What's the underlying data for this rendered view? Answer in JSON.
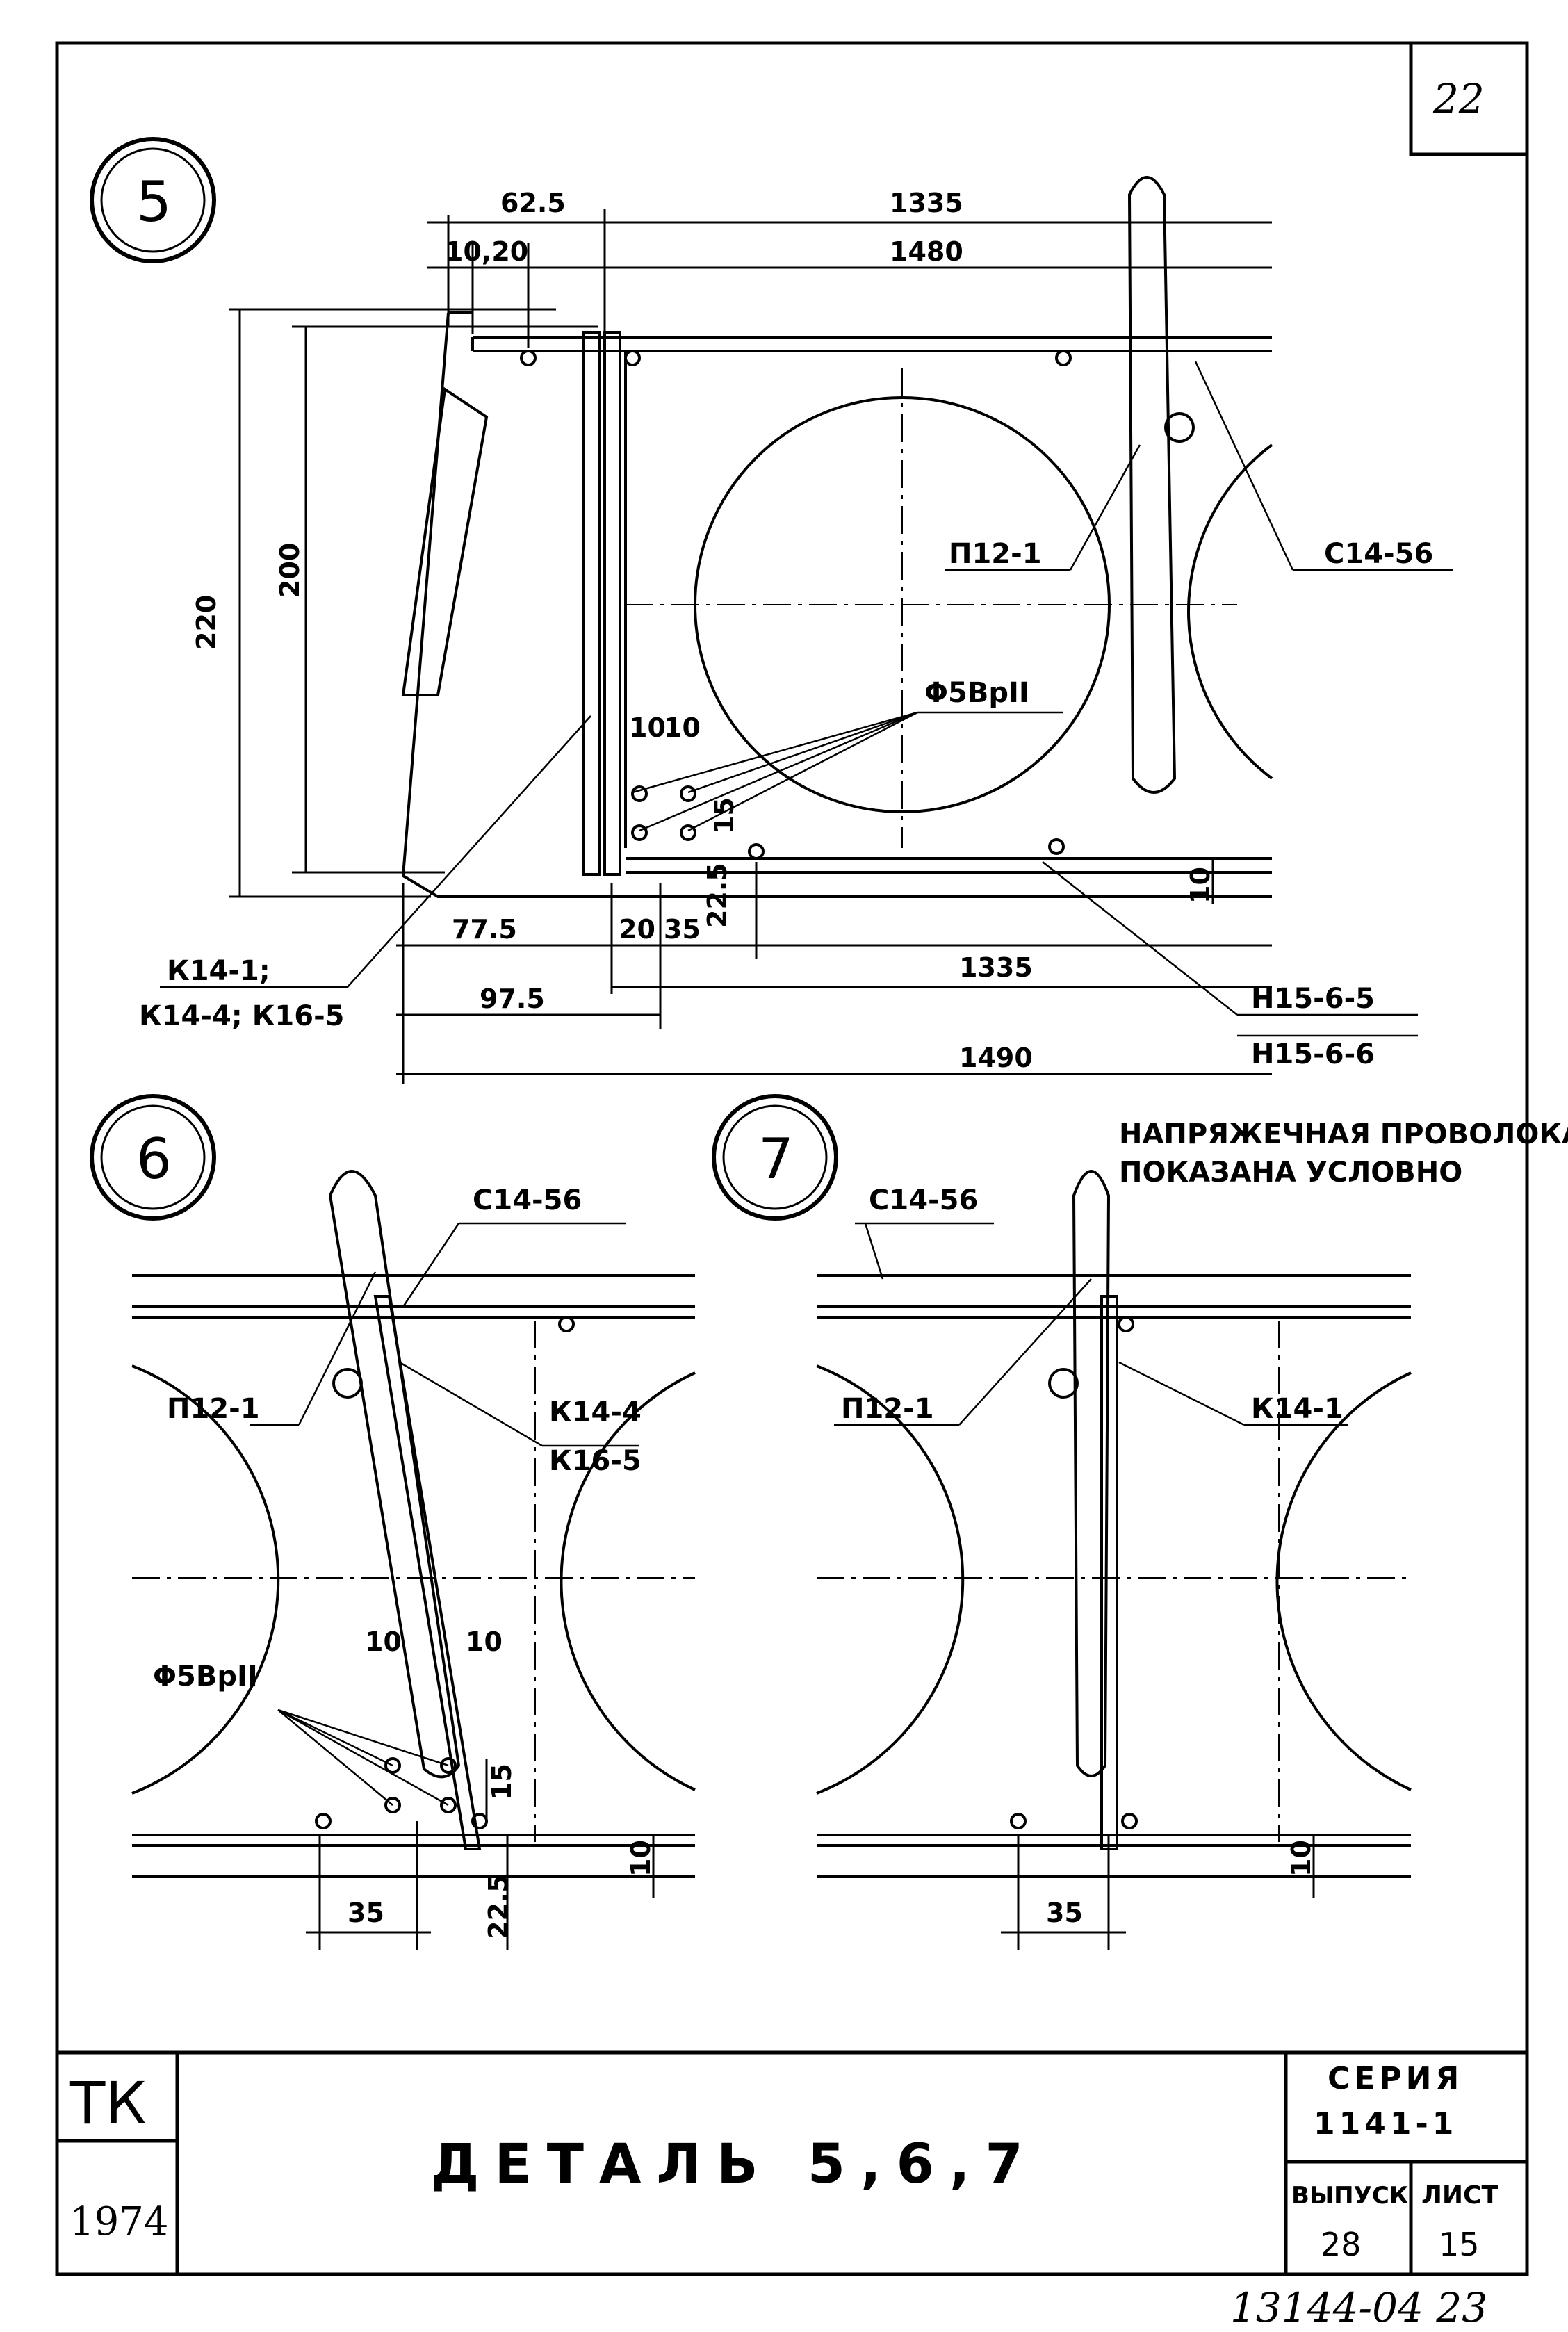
{
  "sheet_number": "22",
  "footer_handwritten": "13144-04 23",
  "title_block": {
    "organization": "ТК",
    "year": "1974",
    "title": "ДЕТАЛЬ 5,6,7",
    "series_label": "СЕРИЯ",
    "series_value": "1141-1",
    "issue_label": "ВЫПУСК",
    "issue_value": "28",
    "sheet_label": "ЛИСТ",
    "sheet_value": "15"
  },
  "detail5": {
    "number": "5",
    "labels": {
      "p12": "П12-1",
      "c14": "С14-56",
      "phi": "Φ5ВрII",
      "k14a": "К14-1;",
      "k14b": "К14-4; К16-5",
      "n15a": "Н15-6-5",
      "n15b": "Н15-6-6"
    },
    "dims": {
      "d62": "62.5",
      "d1335t": "1335",
      "d1020": "10,20",
      "d1480": "1480",
      "d220": "220",
      "d200": "200",
      "d10a": "10",
      "d10b": "10",
      "d15": "15",
      "d225": "22.5",
      "d10r": "10",
      "d775": "77.5",
      "d20": "20",
      "d35": "35",
      "d1335b": "1335",
      "d975": "97.5",
      "d1490": "1490"
    }
  },
  "detail6": {
    "number": "6",
    "labels": {
      "c14": "С14-56",
      "p12": "П12-1",
      "k14": "К14-4",
      "k16": "К16-5",
      "phi": "Φ5ВрII"
    },
    "dims": {
      "d10a": "10",
      "d10b": "10",
      "d15": "15",
      "d10r": "10",
      "d35": "35",
      "d225": "22.5"
    }
  },
  "detail7": {
    "number": "7",
    "note_line1": "НАПРЯЖЕЧНАЯ ПРОВОЛОКА",
    "note_line2": "ПОКАЗАНА УСЛОВНО",
    "labels": {
      "c14": "С14-56",
      "p12": "П12-1",
      "k14": "К14-1"
    },
    "dims": {
      "d10r": "10",
      "d35": "35"
    }
  }
}
